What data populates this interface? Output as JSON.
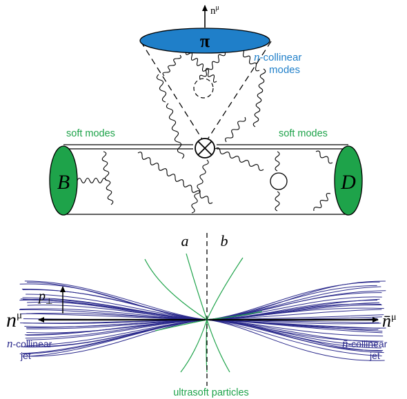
{
  "colors": {
    "pion_fill": "#1f7fc9",
    "meson_fill": "#1ea34a",
    "soft_label": "#1ea34a",
    "collinear_label": "#1f7fc9",
    "jet_lines": "#2b2a8c",
    "ultrasoft_lines": "#1ea34a",
    "ink": "#000000"
  },
  "top_diagram": {
    "pion_label": "π",
    "b_meson_label": "B",
    "d_meson_label": "D",
    "n_axis_label": "n",
    "n_axis_sup": "μ",
    "collinear_label_math": "n",
    "collinear_label_rest": "-collinear",
    "collinear_label_line2": "modes",
    "soft_left": "soft modes",
    "soft_right": "soft modes",
    "vertex_icon": "otimes-vertex-icon"
  },
  "bottom_diagram": {
    "hemisphere_a": "a",
    "hemisphere_b": "b",
    "pperp_label": "p",
    "pperp_sub": "⊥",
    "n_left": "n",
    "n_left_sup": "μ",
    "nbar_right": "n̄",
    "nbar_right_sup": "μ",
    "left_jet_math": "n",
    "left_jet_rest": "-collinear",
    "left_jet_line2": "jet",
    "right_jet_math": "n̄",
    "right_jet_rest": "-collinear",
    "right_jet_line2": "jet",
    "ultrasoft": "ultrasoft particles"
  }
}
